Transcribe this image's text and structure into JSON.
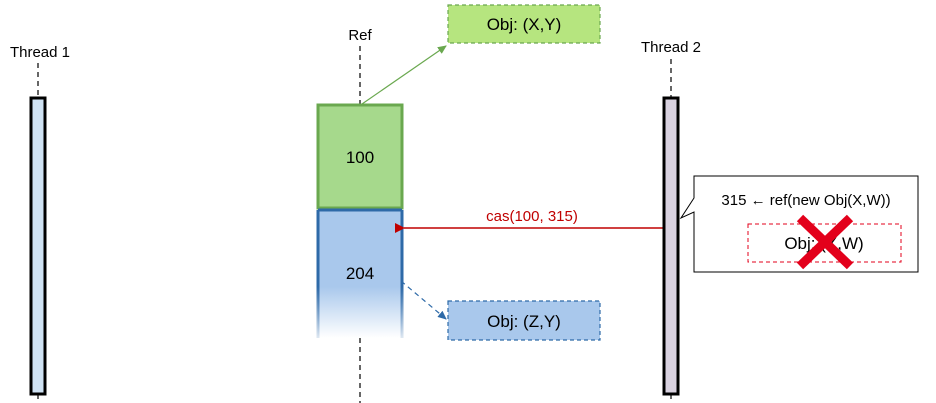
{
  "lanes": {
    "thread1": "Thread 1",
    "ref": "Ref",
    "thread2": "Thread 2"
  },
  "ref_cells": {
    "top_value": "100",
    "bottom_value": "204"
  },
  "objects": {
    "obj_xy": "Obj: (X,Y)",
    "obj_zy": "Obj: (Z,Y)"
  },
  "cas_call": "cas(100, 315)",
  "callout": {
    "line": "315 ← ref(new Obj(X,W))",
    "failed_obj": "Obj: (X,W)"
  },
  "colors": {
    "green_fill": "#a6d98c",
    "green_stroke": "#6aa84f",
    "blue_fill": "#a9c8ec",
    "blue_stroke": "#2e6aa8",
    "thread1_fill": "#cfe2f3",
    "thread2_fill": "#d9d2e0",
    "red": "#c00000",
    "cross": "#e3001b"
  }
}
